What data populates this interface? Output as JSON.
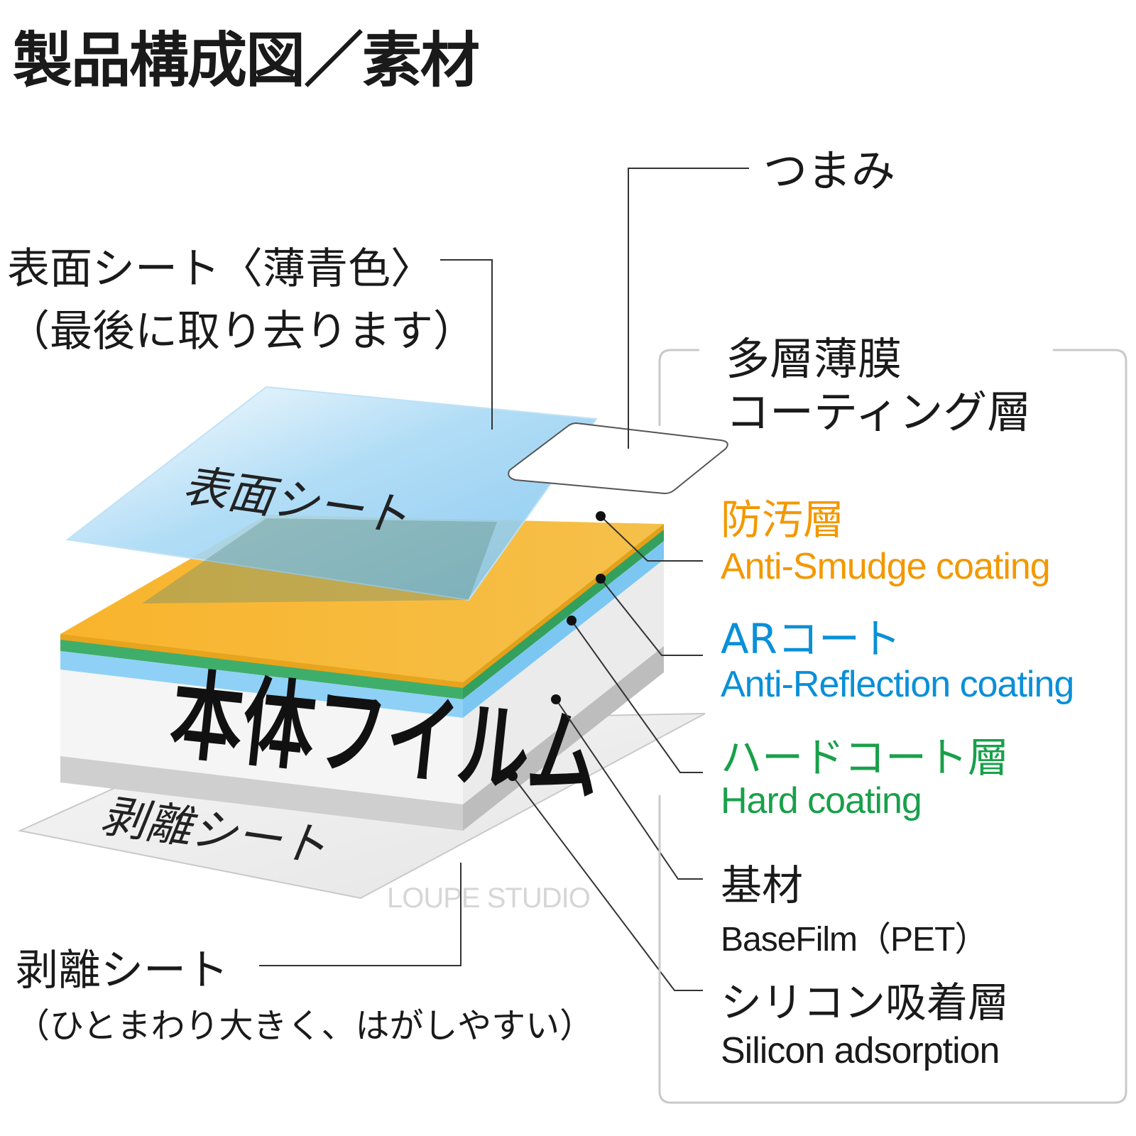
{
  "title": "製品構成図／素材",
  "diagram": {
    "surface_sheet_label": "表面シート",
    "main_film_label": "本体フイルム",
    "release_sheet_label": "剥離シート",
    "watermark": "LOUPE STUDIO"
  },
  "callouts": {
    "tab": {
      "jp": "つまみ"
    },
    "surface_sheet": {
      "jp_line1": "表面シート〈薄青色〉",
      "jp_line2": "（最後に取り去ります）"
    },
    "multilayer": {
      "jp_line1": "多層薄膜",
      "jp_line2": "コーティング層"
    },
    "anti_smudge": {
      "jp": "防汚層",
      "en": "Anti-Smudge coating",
      "color": "#f39800"
    },
    "ar_coat": {
      "jp": "ARコート",
      "en": "Anti-Reflection coating",
      "color": "#0a8fd8"
    },
    "hard_coat": {
      "jp": "ハードコート層",
      "en": "Hard coating",
      "color": "#19a04a"
    },
    "base": {
      "jp": "基材",
      "en": "BaseFilm（PET）"
    },
    "silicon": {
      "jp": "シリコン吸着層",
      "en": "Silicon adsorption"
    },
    "release_sheet": {
      "jp_line1": "剥離シート",
      "jp_line2": "（ひとまわり大きく、はがしやすい）"
    }
  },
  "colors": {
    "surface_sheet": "#9fd3f2",
    "anti_smudge": "#f6b01e",
    "hard_coat": "#3fae6a",
    "ar_coat": "#8ccff5",
    "base": "#f4f4f4",
    "silicon": "#cfcfcf",
    "release_sheet": "#ececec"
  }
}
